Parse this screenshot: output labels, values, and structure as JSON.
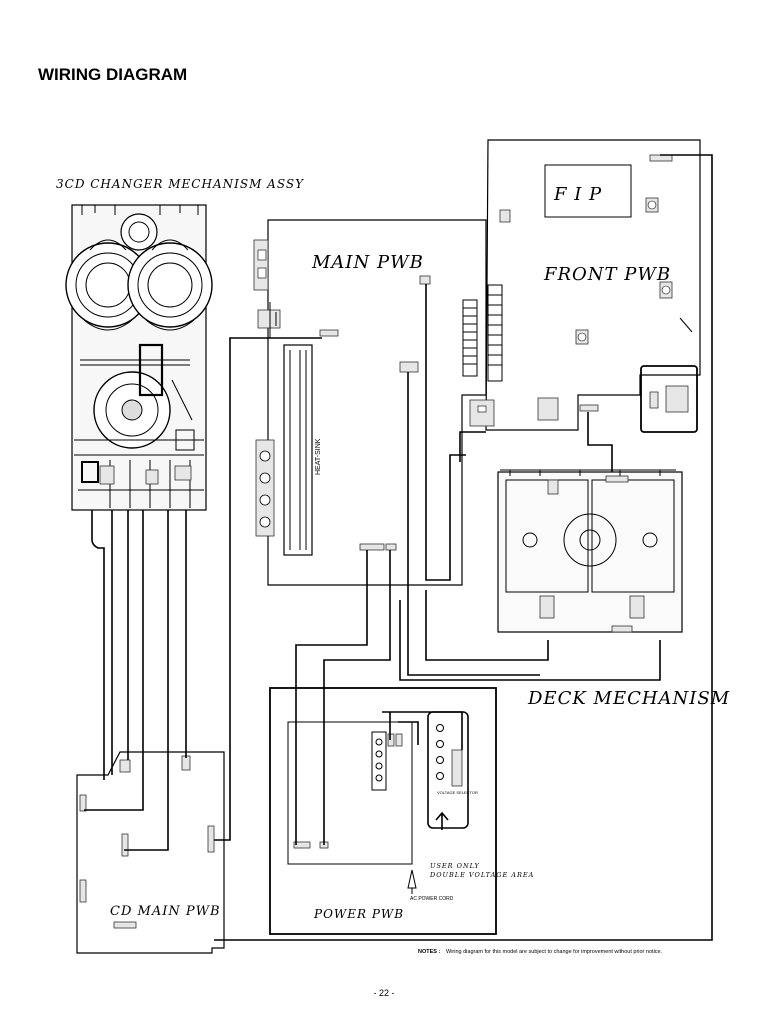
{
  "page": {
    "title": "WIRING DIAGRAM",
    "page_number": "- 22 -",
    "notes_label": "NOTES :",
    "notes_text": "Wiring diagram for this model are subject to change for improvement without prior notice."
  },
  "sections": {
    "changer": "3CD CHANGER MECHANISM ASSY",
    "main_pwb": "MAIN PWB",
    "front_pwb": "FRONT PWB",
    "fip": "F  I  P",
    "deck": "DECK MECHANISM",
    "power_pwb": "POWER PWB",
    "cd_main_pwb": "CD MAIN PWB",
    "heat_sink": "HEAT-SINK"
  },
  "labels": {
    "user_only": "USER ONLY",
    "double_voltage": "DOUBLE VOLTAGE AREA",
    "ac_power_cord": "AC POWER CORD",
    "voltage_selector": "VOLTAGE SELECTOR"
  },
  "colors": {
    "ink": "#000000",
    "paper": "#ffffff"
  }
}
